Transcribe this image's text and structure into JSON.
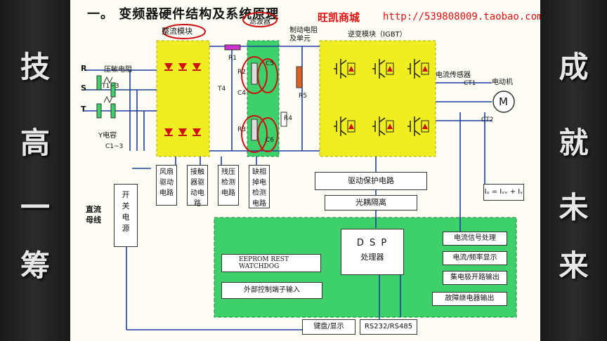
{
  "left_banner": [
    "技",
    "高",
    "一",
    "筹"
  ],
  "right_banner": [
    "成",
    "就",
    "未",
    "来"
  ],
  "title": "一。  变频器硬件结构及系统原理",
  "shop_name": "旺凯商城",
  "shop_url": "http://539808009.taobao.com",
  "labels": {
    "rectifier": "整流模块",
    "filter": "滤波器",
    "brake": "制动电阻",
    "brake2": "及单元",
    "inverter": "逆变模块（IGBT）",
    "current_sensor": "电流传感器",
    "motor": "电动机",
    "motor_symbol": "M",
    "varistor": "压敏电阻",
    "y_cap": "Y电容",
    "c1": "C1~3",
    "t1": "T1~3",
    "t4": "T4",
    "r1": "R1",
    "r2": "R2",
    "r3": "R3",
    "r4": "R4",
    "r5": "R5",
    "c4": "C4",
    "c5": "C5",
    "c6": "C6",
    "ct1": "CT1",
    "ct2": "CT2",
    "phase_r": "R",
    "phase_s": "S",
    "phase_t": "T",
    "formula": "Iᵤ = Iᵥᵥ + Iᵥ",
    "dc_bus_1": "直流",
    "dc_bus_2": "母线"
  },
  "small_boxes": [
    [
      "风扇",
      "驱动",
      "电路"
    ],
    [
      "接触",
      "器驱",
      "动电路"
    ],
    [
      "残压",
      "检测",
      "电路"
    ],
    [
      "缺相",
      "掉电",
      "检测",
      "电路"
    ]
  ],
  "switch_power": [
    "开",
    "关",
    "电",
    "源"
  ],
  "drive_protect": "驱动保护电路",
  "optocoupler": "光耦隔离",
  "dsp": "D S P",
  "dsp_sub": "处理器",
  "eeprom": "EEPROM   REST",
  "watchdog": "WATCHDOG",
  "ext_terminal": "外部控制端子输入",
  "right_boxes": [
    "电流信号处理",
    "电流/频率显示",
    "集电极开路输出",
    "故障继电器输出"
  ],
  "keyboard": "键盘/显示",
  "rs": "RS232/RS485"
}
